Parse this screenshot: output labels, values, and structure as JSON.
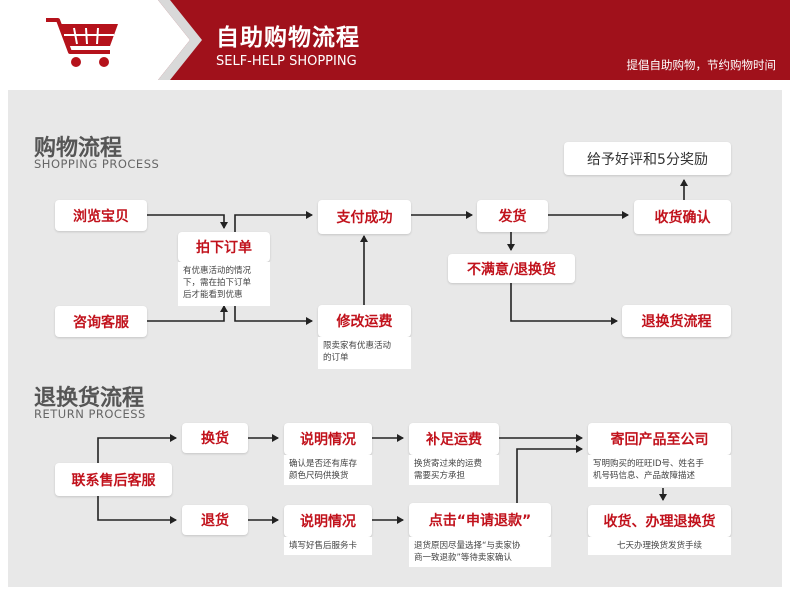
{
  "header": {
    "title": "自助购物流程",
    "subtitle": "SELF-HELP SHOPPING",
    "slogan": "提倡自助购物，节约购物时间",
    "brand_color": "#a0111b"
  },
  "shopping": {
    "title": "购物流程",
    "subtitle": "SHOPPING PROCESS",
    "nodes": {
      "browse": "浏览宝贝",
      "consult": "咨询客服",
      "order": "拍下订单",
      "pay": "支付成功",
      "modify_fee": "修改运费",
      "ship": "发货",
      "unsatisfied": "不满意/退换货",
      "receive_confirm": "收货确认",
      "rate_reward": "给予好评和5分奖励",
      "return_flow": "退换货流程"
    },
    "notes": {
      "order_note": [
        "有优惠活动的情况",
        "下，需在拍下订单",
        "后才能看到优惠"
      ],
      "modify_note": [
        "限卖家有优惠活动",
        "的订单"
      ]
    }
  },
  "returns": {
    "title": "退换货流程",
    "subtitle": "RETURN PROCESS",
    "nodes": {
      "contact": "联系售后客服",
      "exchange": "换货",
      "refund": "退货",
      "explain1": "说明情况",
      "explain2": "说明情况",
      "add_fee": "补足运费",
      "click_refund": "点击“申请退款”",
      "send_back": "寄回产品至公司",
      "receive_process": "收货、办理退换货"
    },
    "notes": {
      "explain1_note": [
        "确认是否还有库存",
        "颜色尺码供换货"
      ],
      "add_fee_note": [
        "换货寄过来的运费",
        "需要买方承担"
      ],
      "explain2_note": [
        "填写好售后服务卡"
      ],
      "refund_note": [
        "退货原因尽量选择“与卖家协",
        "商一致退款”等待卖家确认"
      ],
      "send_back_note": [
        "写明购买的旺旺ID号、姓名手",
        "机号码信息、产品故障描述"
      ],
      "receive_note": [
        "七天办理换货发货手续"
      ]
    }
  }
}
